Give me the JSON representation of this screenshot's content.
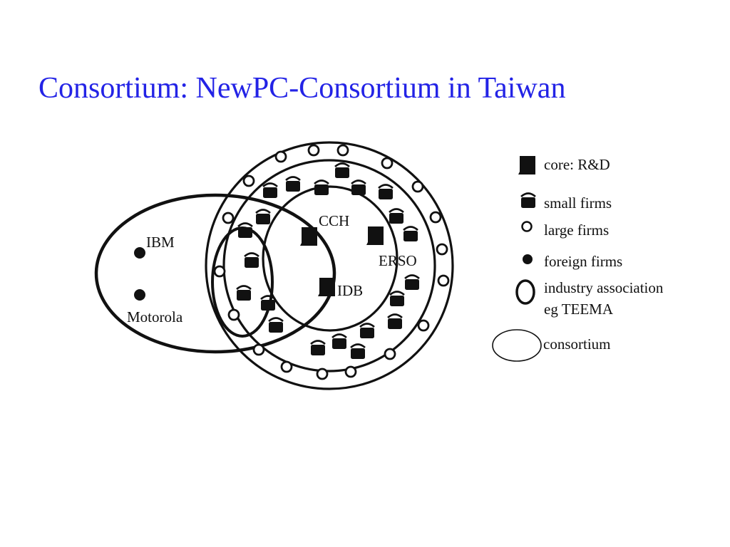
{
  "slide": {
    "title": "Consortium: NewPC-Consortium in Taiwan"
  },
  "colors": {
    "title": "#2323e6",
    "ink": "#111111",
    "background": "#ffffff"
  },
  "diagram": {
    "labels": {
      "ibm": "IBM",
      "motorola": "Motorola",
      "cch": "CCH",
      "erso": "ERSO",
      "idb": "IDB"
    }
  },
  "legend": {
    "items": [
      {
        "symbol": "core-square-icon",
        "label": "core: R&D"
      },
      {
        "symbol": "small-firm-icon",
        "label": "small firms"
      },
      {
        "symbol": "open-circle-icon",
        "label": "large firms"
      },
      {
        "symbol": "filled-dot-icon",
        "label": "foreign firms"
      },
      {
        "symbol": "thick-oval-icon",
        "label": "industry association",
        "label2": "eg TEEMA"
      },
      {
        "symbol": "thin-ellipse-icon",
        "label": "consortium"
      }
    ]
  }
}
